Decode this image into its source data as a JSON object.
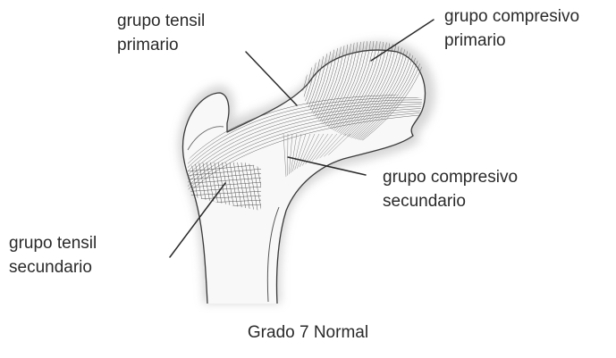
{
  "labels": {
    "tensil_primario": [
      "grupo tensil",
      "primario"
    ],
    "compresivo_primario": [
      "grupo compresivo",
      "primario"
    ],
    "compresivo_secundario": [
      "grupo compresivo",
      "secundario"
    ],
    "tensil_secundario": [
      "grupo tensil",
      "secundario"
    ]
  },
  "caption": "Grado 7 Normal",
  "colors": {
    "ink": "#2a2a2a",
    "shadow": "#c8c8c8",
    "bone": "#f7f7f7"
  }
}
